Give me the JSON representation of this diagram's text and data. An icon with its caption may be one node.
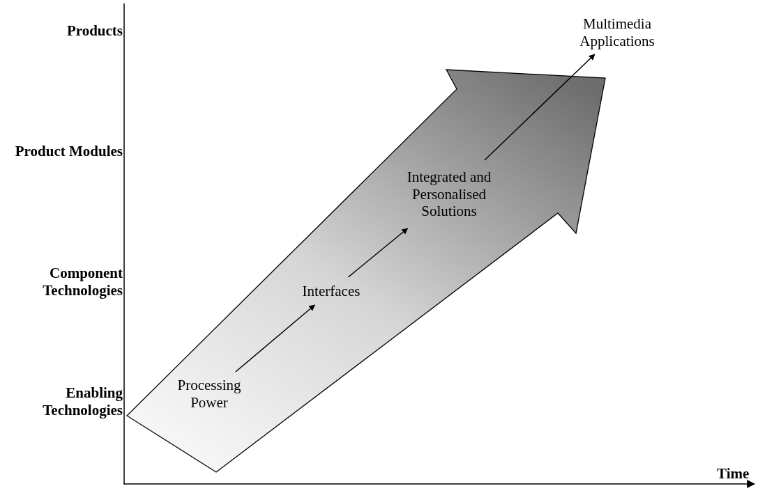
{
  "diagram": {
    "nodes": [
      {
        "text": [
          "Processing Power"
        ]
      },
      {
        "text": [
          "Interfaces"
        ]
      },
      {
        "text": [
          "Integrated and Personalised Solutions"
        ]
      },
      {
        "text": [
          "Multimedia Applications"
        ]
      }
    ],
    "edges": [
      {
        "from": 0,
        "to": 1,
        "arrow": "to"
      },
      {
        "from": 1,
        "to": 2,
        "arrow": "to"
      },
      {
        "from": 2,
        "to": 3,
        "arrow": "to"
      }
    ],
    "labels": [
      "Products",
      "Product Modules",
      "Component Technologies",
      "Enabling Technologies",
      "Time"
    ]
  }
}
